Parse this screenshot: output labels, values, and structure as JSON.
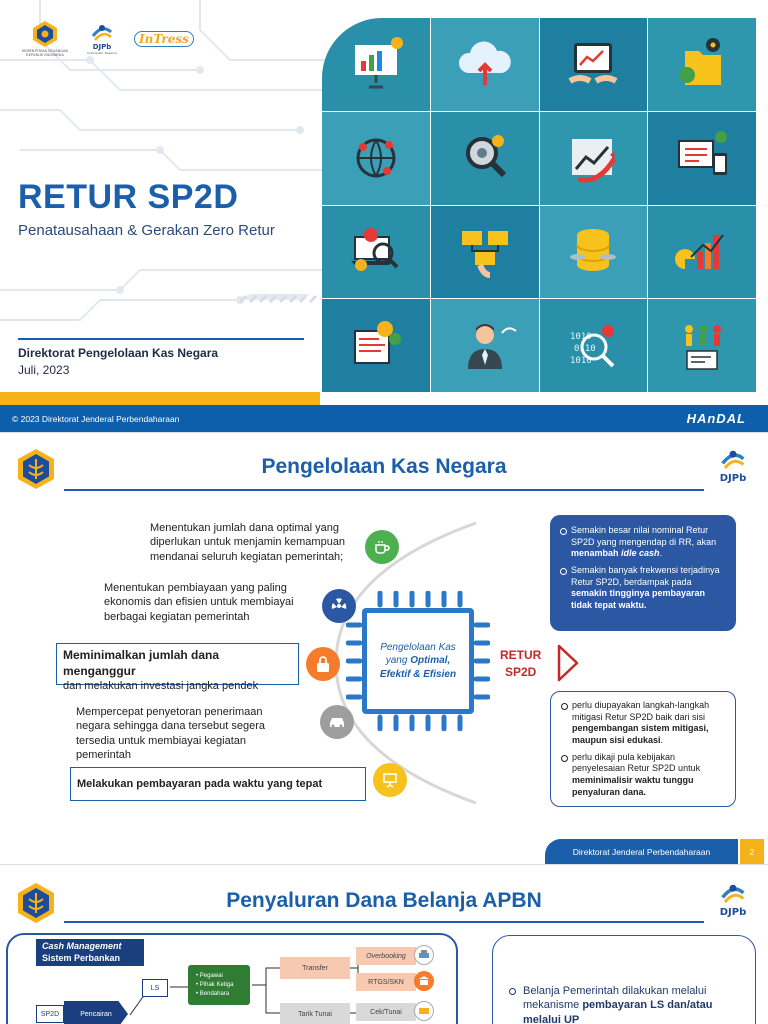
{
  "slide1": {
    "logos": {
      "kemenkeu_caption": "KEMENTERIAN KEUANGAN REPUBLIK INDONESIA",
      "djpb_text": "DJPb",
      "djpb_sub": "Indonesian Treasury",
      "intress_text": "InTress"
    },
    "title": "RETUR SP2D",
    "subtitle": "Penatausahaan & Gerakan Zero Retur",
    "organization": "Direktorat Pengelolaan Kas Negara",
    "date": "Juli, 2023",
    "footer_copyright": "© 2023 Direktorat Jenderal Perbendaharaan",
    "footer_brand": "HAnDAL",
    "colors": {
      "primary": "#1b5fab",
      "accent": "#f6b21b"
    },
    "tiles": [
      {
        "icon": "presentation-chart-icon",
        "bg": "#2a8fa8"
      },
      {
        "icon": "cloud-upload-icon",
        "bg": "#3a9fb7"
      },
      {
        "icon": "tablet-chart-icon",
        "bg": "#1e7fa0"
      },
      {
        "icon": "folder-gears-icon",
        "bg": "#2f97ad"
      },
      {
        "icon": "globe-network-icon",
        "bg": "#3a9fb7"
      },
      {
        "icon": "magnifier-gears-icon",
        "bg": "#2a8fa8"
      },
      {
        "icon": "growth-chart-icon",
        "bg": "#2f97ad"
      },
      {
        "icon": "monitor-devices-icon",
        "bg": "#1e7fa0"
      },
      {
        "icon": "laptop-analysis-icon",
        "bg": "#2a8fa8"
      },
      {
        "icon": "mail-network-icon",
        "bg": "#1e7fa0"
      },
      {
        "icon": "database-icon",
        "bg": "#3a9fb7"
      },
      {
        "icon": "bar-pie-chart-icon",
        "bg": "#2a8fa8"
      },
      {
        "icon": "document-gears-icon",
        "bg": "#1e7fa0"
      },
      {
        "icon": "businessman-icon",
        "bg": "#3a9fb7"
      },
      {
        "icon": "binary-search-icon",
        "bg": "#2a8fa8"
      },
      {
        "icon": "people-report-icon",
        "bg": "#2f97ad"
      }
    ]
  },
  "slide2": {
    "title": "Pengelolaan Kas Negara",
    "djpb_text": "DJPb",
    "items": [
      "Menentukan jumlah dana optimal yang diperlukan untuk menjamin kemampuan mendanai seluruh kegiatan pemerintah;",
      "Menentukan pembiayaan yang paling ekonomis dan efisien untuk membiayai berbagai kegiatan pemerintah",
      "Meminimalkan jumlah dana menganggur",
      "dan melakukan investasi jangka pendek",
      "Mempercepat penyetoran penerimaan negara sehingga dana tersebut segera tersedia untuk membiayai kegiatan pemerintah",
      "Melakukan pembayaran pada waktu yang tepat"
    ],
    "chip_line1": "Pengelolaan Kas",
    "chip_line2": "yang",
    "chip_line2b": "Optimal,",
    "chip_line3": "Efektif & Efisien",
    "retur_line1": "RETUR",
    "retur_line2": "SP2D",
    "blue_box": {
      "b1_pre": "Semakin besar nilai nominal Retur SP2D yang mengendap di RR, akan",
      "b1_bold": "menambah",
      "b1_italic": "idle cash",
      "b1_end": ".",
      "b2_pre": "Semakin banyak frekwensi terjadinya Retur SP2D, berdampak pada",
      "b2_bold": "semakin tingginya pembayaran tidak tepat waktu."
    },
    "white_box": {
      "w1_pre": "perlu diupayakan langkah-langkah mitigasi Retur SP2D baik dari sisi",
      "w1_bold": "pengembangan sistem mitigasi, maupun sisi edukasi",
      "w1_end": ".",
      "w2_pre": "perlu dikaji pula kebijakan penyelesaian Retur SP2D untuk",
      "w2_bold": "meminimalisir waktu tunggu penyaluran dana."
    },
    "footer": "Direktorat Jenderal Perbendaharaan",
    "page": "2"
  },
  "slide3": {
    "title": "Penyaluran Dana Belanja APBN",
    "djpb_text": "DJPb",
    "cm_label_line1": "Cash Management",
    "cm_label_line2": "Sistem Perbankan",
    "nodes": {
      "sp2d": "SP2D",
      "pencairan": "Pencairan",
      "ls": "LS",
      "pegawai": "• Pegawai",
      "pihak_ketiga": "• Pihak Ketiga",
      "bendahara": "• Bendahara",
      "transfer": "Transfer",
      "tarik_tunai": "Tarik Tunai",
      "overbooking": "Overbooking",
      "rtgs": "RTGS/SKN",
      "cek": "Cek/Tunai"
    },
    "bullet_pre": "Belanja Pemerintah dilakukan melalui mekanisme",
    "bullet_bold": "pembayaran LS dan/atau melalui UP"
  }
}
